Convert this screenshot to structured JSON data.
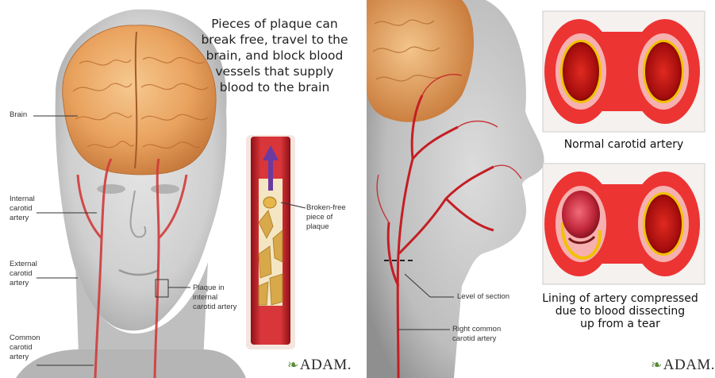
{
  "left_panel": {
    "headline": "Pieces of plaque can\nbreak free, travel to the\nbrain, and block blood\nvessels that supply\nblood to the brain",
    "labels": {
      "brain": "Brain",
      "internal_carotid": "Internal\ncarotid\nartery",
      "external_carotid": "External\ncarotid\nartery",
      "common_carotid": "Common\ncarotid\nartery",
      "plaque": "Plaque in\ninternal\ncarotid artery",
      "broken_free": "Broken-free\npiece of\nplaque"
    },
    "logo": "ADAM."
  },
  "right_panel": {
    "labels": {
      "level_of_section": "Level of section",
      "right_common": "Right common\ncarotid artery"
    },
    "caption_normal": "Normal carotid artery",
    "caption_dissect": "Lining of artery compressed\ndue to blood dissecting\nup from a tear",
    "logo": "ADAM."
  },
  "colors": {
    "artery_red": "#c8202a",
    "plaque_yellow": "#f2c200",
    "brain_orange": "#e9a25e",
    "skin_gray": "#c9c9c9"
  }
}
